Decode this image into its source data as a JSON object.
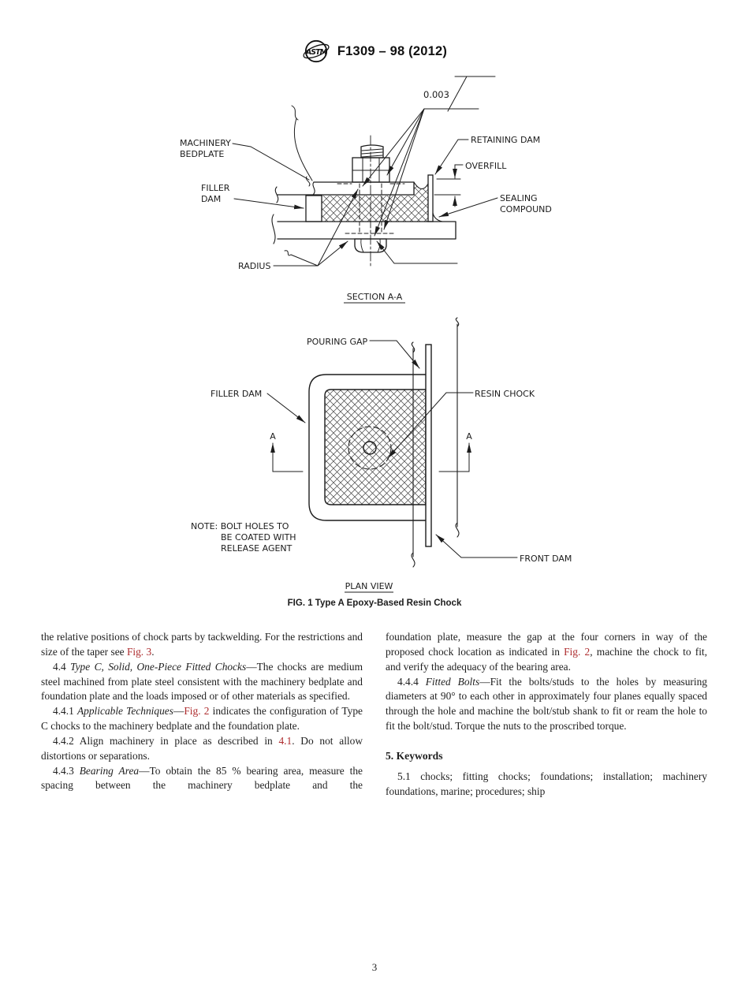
{
  "header": {
    "title": "F1309 – 98 (2012)",
    "logo_text": "ASTM"
  },
  "figure": {
    "flatness_tolerance": "0.003",
    "section_view": {
      "machinery_bedplate": [
        "MACHINERY",
        "BEDPLATE"
      ],
      "retaining_dam": "RETAINING DAM",
      "overfill": "OVERFILL",
      "filler_dam": [
        "FILLER",
        "DAM"
      ],
      "sealing_compound": [
        "SEALING",
        "COMPOUND"
      ],
      "radius": "RADIUS",
      "caption": "SECTION A-A"
    },
    "plan_view": {
      "pouring_gap": "POURING GAP",
      "filler_dam": "FILLER DAM",
      "resin_chock": "RESIN CHOCK",
      "front_dam": "FRONT DAM",
      "section_marker": "A",
      "note": [
        "NOTE: BOLT HOLES TO",
        "BE COATED WITH",
        "RELEASE AGENT"
      ],
      "caption": "PLAN VIEW"
    },
    "caption": "FIG. 1  Type A Epoxy-Based Resin Chock"
  },
  "body": {
    "left": [
      {
        "segs": [
          {
            "t": "the relative positions of chock parts by tackwelding. For the restrictions and size of the taper see "
          },
          {
            "t": "Fig. 3"
          },
          {
            "t": "."
          }
        ]
      },
      {
        "segs": [
          {
            "t": "4.4 "
          },
          {
            "t": "Type C, Solid, One-Piece Fitted Chocks"
          },
          {
            "t": "—The chocks are medium steel machined from plate steel consistent with the machinery bedplate and foundation plate and the loads imposed or of other materials as specified."
          }
        ]
      },
      {
        "segs": [
          {
            "t": "4.4.1 "
          },
          {
            "t": "Applicable Techniques"
          },
          {
            "t": "—"
          },
          {
            "t": "Fig. 2"
          },
          {
            "t": " indicates the configuration of Type C chocks to the machinery bedplate and the foundation plate."
          }
        ]
      },
      {
        "segs": [
          {
            "t": "4.4.2 Align machinery in place as described in "
          },
          {
            "t": "4.1"
          },
          {
            "t": ". Do not allow distortions or separations."
          }
        ]
      },
      {
        "segs": [
          {
            "t": "4.4.3 "
          },
          {
            "t": "Bearing Area"
          },
          {
            "t": "—To obtain the 85 % bearing area, measure the spacing between the machinery bedplate and the"
          }
        ]
      }
    ],
    "right": [
      {
        "segs": [
          {
            "t": "foundation plate, measure the gap at the four corners in way of the proposed chock location as indicated in "
          },
          {
            "t": "Fig. 2"
          },
          {
            "t": ", machine the chock to fit, and verify the adequacy of the bearing area."
          }
        ]
      },
      {
        "segs": [
          {
            "t": "4.4.4 "
          },
          {
            "t": "Fitted Bolts"
          },
          {
            "t": "—Fit the bolts/studs to the holes by measuring diameters at 90° to each other in approximately four planes equally spaced through the hole and machine the bolt/stub shank to fit or ream the hole to fit the bolt/stud. Torque the nuts to the proscribed torque."
          }
        ]
      },
      {
        "segs": [
          {
            "t": "5.1 chocks; fitting chocks; foundations; installation; machinery foundations, marine; procedures; ship"
          }
        ]
      }
    ],
    "keywords_heading": "5. Keywords"
  },
  "footer": {
    "page_number": "3"
  },
  "colors": {
    "link_red": "#ae2c2e",
    "ink": "#1c1c1c"
  }
}
